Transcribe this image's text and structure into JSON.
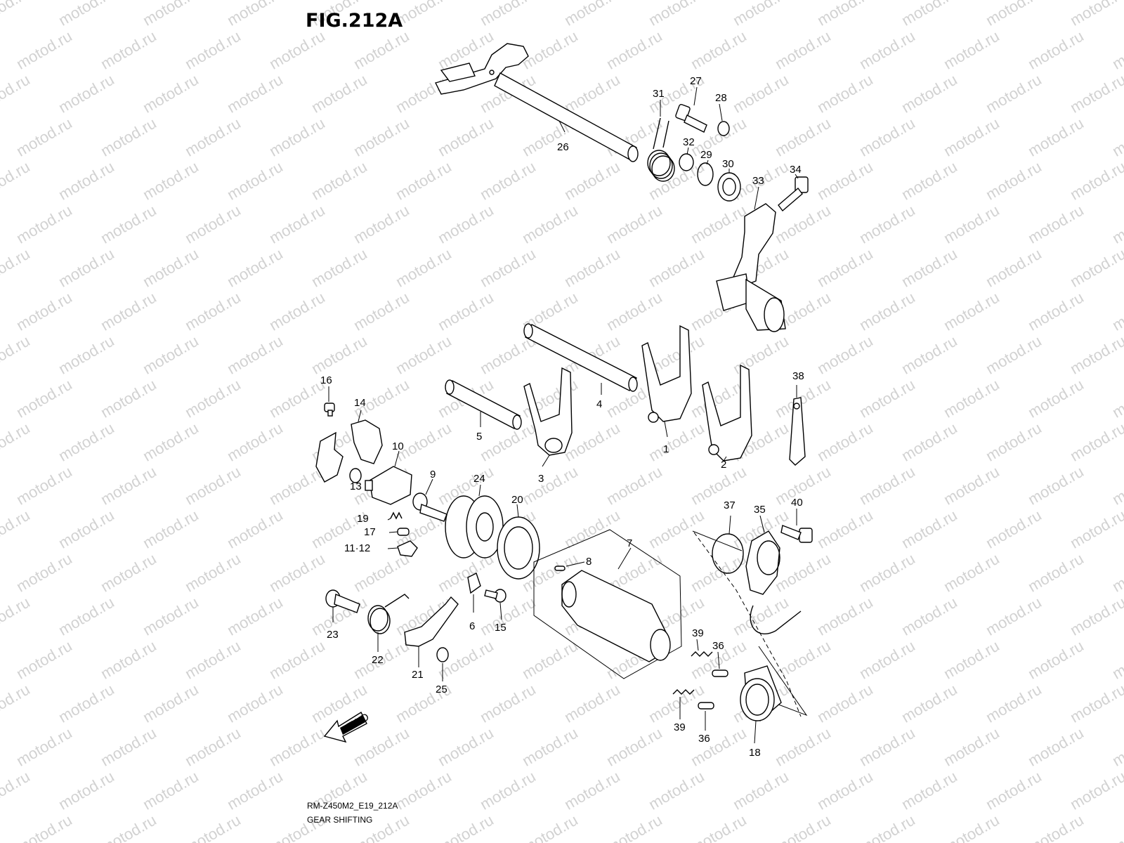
{
  "figure": {
    "title": "FIG.212A",
    "code": "RM-Z450M2_E19_212A",
    "name": "GEAR SHIFTING",
    "fwd_label": "FWD"
  },
  "watermark": {
    "text": "motod.ru",
    "color": "#d2d2d2"
  },
  "callouts": [
    {
      "id": "c1",
      "label": "1"
    },
    {
      "id": "c2",
      "label": "2"
    },
    {
      "id": "c3",
      "label": "3"
    },
    {
      "id": "c4",
      "label": "4"
    },
    {
      "id": "c5",
      "label": "5"
    },
    {
      "id": "c6",
      "label": "6"
    },
    {
      "id": "c7",
      "label": "7"
    },
    {
      "id": "c8",
      "label": "8"
    },
    {
      "id": "c9",
      "label": "9"
    },
    {
      "id": "c10",
      "label": "10"
    },
    {
      "id": "c1112",
      "label": "11·12"
    },
    {
      "id": "c13",
      "label": "13"
    },
    {
      "id": "c14",
      "label": "14"
    },
    {
      "id": "c15",
      "label": "15"
    },
    {
      "id": "c16",
      "label": "16"
    },
    {
      "id": "c17",
      "label": "17"
    },
    {
      "id": "c18",
      "label": "18"
    },
    {
      "id": "c19",
      "label": "19"
    },
    {
      "id": "c20",
      "label": "20"
    },
    {
      "id": "c21",
      "label": "21"
    },
    {
      "id": "c22",
      "label": "22"
    },
    {
      "id": "c23",
      "label": "23"
    },
    {
      "id": "c24",
      "label": "24"
    },
    {
      "id": "c25",
      "label": "25"
    },
    {
      "id": "c26",
      "label": "26"
    },
    {
      "id": "c27",
      "label": "27"
    },
    {
      "id": "c28",
      "label": "28"
    },
    {
      "id": "c29",
      "label": "29"
    },
    {
      "id": "c30",
      "label": "30"
    },
    {
      "id": "c31",
      "label": "31"
    },
    {
      "id": "c32",
      "label": "32"
    },
    {
      "id": "c33",
      "label": "33"
    },
    {
      "id": "c34",
      "label": "34"
    },
    {
      "id": "c35",
      "label": "35"
    },
    {
      "id": "c36a",
      "label": "36"
    },
    {
      "id": "c36b",
      "label": "36"
    },
    {
      "id": "c37",
      "label": "37"
    },
    {
      "id": "c38",
      "label": "38"
    },
    {
      "id": "c39a",
      "label": "39"
    },
    {
      "id": "c39b",
      "label": "39"
    },
    {
      "id": "c40",
      "label": "40"
    }
  ]
}
